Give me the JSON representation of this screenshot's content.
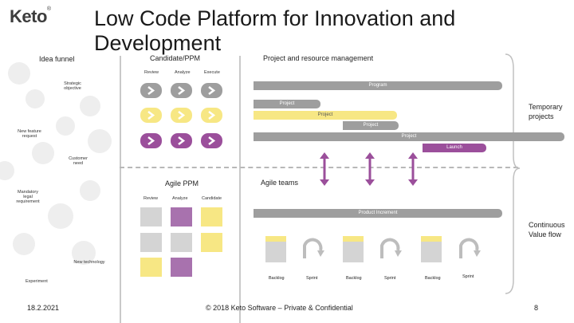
{
  "header": {
    "logo_text": "Keto",
    "logo_mark": "®",
    "title": "Low Code Platform for Innovation and Development"
  },
  "sections": {
    "idea_funnel": "Idea funnel",
    "candidate_ppm": "Candidate/PPM",
    "project_mgmt": "Project and resource management",
    "agile_ppm": "Agile PPM",
    "agile_teams": "Agile teams",
    "temporary_projects": "Temporary projects",
    "continuous_value_flow": "Continuous Value flow"
  },
  "funnel_labels": {
    "strategic": "Strategic objective",
    "new_feature": "New feature request",
    "customer_need": "Customer need",
    "mandatory": "Mandatory legal requirement",
    "new_tech": "New technology",
    "experiment": "Experiment"
  },
  "candidate_columns": [
    "Review",
    "Analyze",
    "Execute"
  ],
  "agile_columns": [
    "Review",
    "Analyze",
    "Candidate"
  ],
  "bars": {
    "program": "Program",
    "project1": "Project",
    "project2": "Project",
    "project3": "Project",
    "project4": "Project",
    "launch": "Launch",
    "product_increment": "Product Increment"
  },
  "teams": {
    "backlog": "Backlog",
    "sprint": "Sprint"
  },
  "footer": {
    "date": "18.2.2021",
    "copyright": "© 2018 Keto Software – Private & Confidential",
    "page": "8"
  },
  "colors": {
    "gray": "#9e9e9e",
    "yellow": "#f7e784",
    "purple": "#9b4f9b",
    "light_gray": "#eeeeee",
    "divider": "#c9c9c9"
  }
}
